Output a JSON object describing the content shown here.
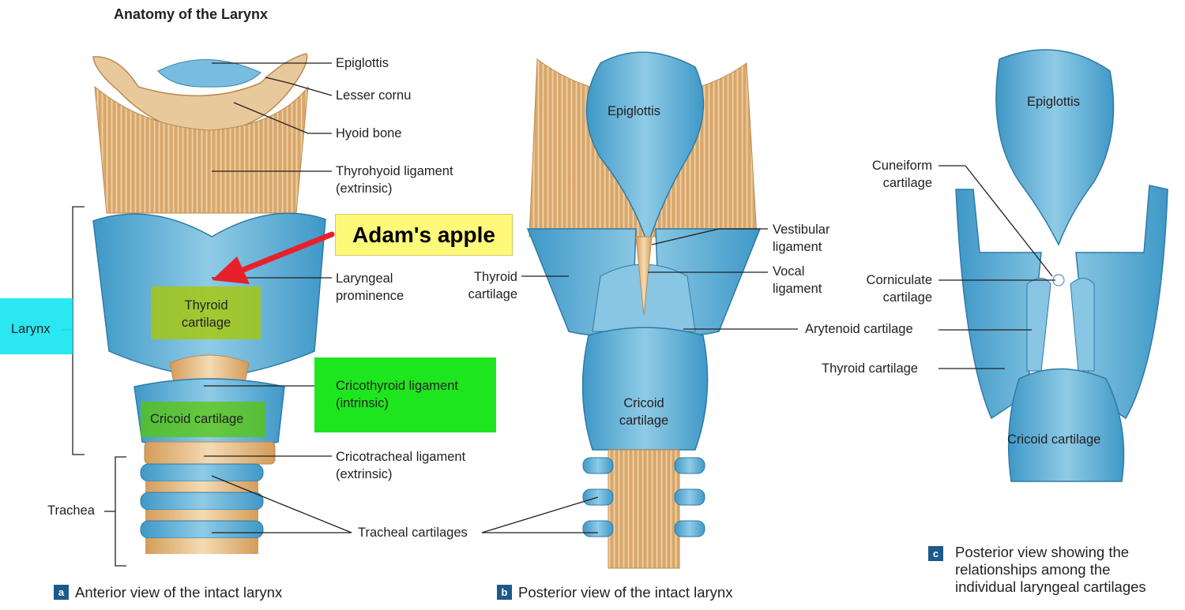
{
  "title": "Anatomy of the Larynx",
  "panel_a": {
    "badge": "a",
    "caption": "Anterior view of the intact larynx",
    "labels": {
      "epiglottis": "Epiglottis",
      "lesser_cornu": "Lesser cornu",
      "hyoid_bone": "Hyoid bone",
      "thyrohyoid": "Thyrohyoid ligament\n(extrinsic)",
      "laryngeal_prominence": "Laryngeal\nprominence",
      "thyroid_cartilage": "Thyroid\ncartilage",
      "cricothyroid": "Cricothyroid ligament\n(intrinsic)",
      "cricoid_cartilage": "Cricoid cartilage",
      "cricotracheal": "Cricotracheal ligament\n(extrinsic)",
      "tracheal_cartilages": "Tracheal cartilages",
      "larynx": "Larynx",
      "trachea": "Trachea"
    }
  },
  "panel_b": {
    "badge": "b",
    "caption": "Posterior view of the intact larynx",
    "labels": {
      "epiglottis": "Epiglottis",
      "vestibular": "Vestibular\nligament",
      "vocal": "Vocal\nligament",
      "thyroid": "Thyroid\ncartilage",
      "arytenoid": "Arytenoid cartilage",
      "cricoid": "Cricoid\ncartilage"
    }
  },
  "panel_c": {
    "badge": "c",
    "caption": "Posterior view showing the\nrelationships among the\nindividual laryngeal cartilages",
    "labels": {
      "epiglottis": "Epiglottis",
      "cuneiform": "Cuneiform\ncartilage",
      "corniculate": "Corniculate\ncartilage",
      "thyroid": "Thyroid cartilage",
      "cricoid": "Cricoid cartilage"
    }
  },
  "annotation": {
    "adams_apple": "Adam's apple"
  },
  "colors": {
    "cartilage": "#6fb7da",
    "ligament": "#e5c08f",
    "badge": "#1c5a8a",
    "arrow": "#e8202a"
  }
}
